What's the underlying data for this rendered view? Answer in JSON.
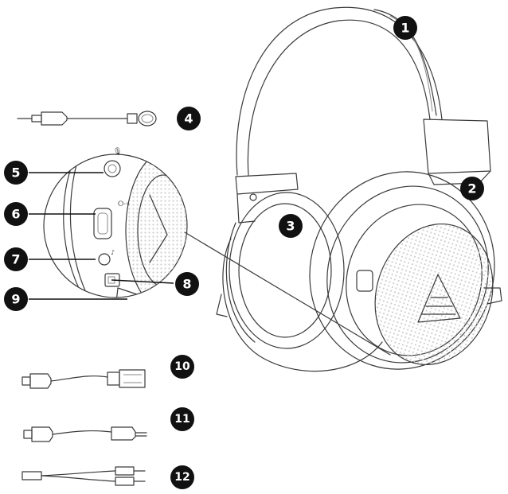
{
  "colors": {
    "line": "#3a3a3a",
    "callout_fill": "#111111",
    "callout_text": "#ffffff",
    "mesh": "#cfcfcf"
  },
  "callouts": [
    {
      "id": "c1",
      "label": "1"
    },
    {
      "id": "c2",
      "label": "2"
    },
    {
      "id": "c3",
      "label": "3"
    },
    {
      "id": "c4",
      "label": "4"
    },
    {
      "id": "c5",
      "label": "5"
    },
    {
      "id": "c6",
      "label": "6"
    },
    {
      "id": "c7",
      "label": "7"
    },
    {
      "id": "c8",
      "label": "8"
    },
    {
      "id": "c9",
      "label": "9"
    },
    {
      "id": "c10",
      "label": "10"
    },
    {
      "id": "c11",
      "label": "11"
    },
    {
      "id": "c12",
      "label": "12"
    }
  ],
  "icons": [
    "headset-drawing",
    "microphone-drawing",
    "detail-magnifier",
    "usb-c-to-usb-a-cable",
    "usb-c-to-3.5mm-cable",
    "y-splitter-cable",
    "usb-symbol-icon",
    "mic-symbol-icon",
    "headphone-symbol-icon"
  ]
}
